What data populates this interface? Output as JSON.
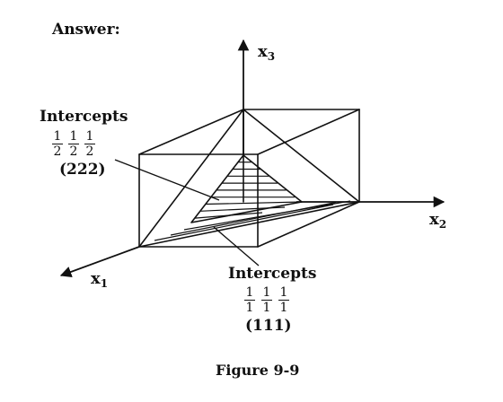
{
  "heading": "Answer:",
  "axes": {
    "x1": {
      "letter": "x",
      "index": "1"
    },
    "x2": {
      "letter": "x",
      "index": "2"
    },
    "x3": {
      "letter": "x",
      "index": "3"
    }
  },
  "plane_222": {
    "title": "Intercepts",
    "fractions": [
      {
        "num": "1",
        "den": "2"
      },
      {
        "num": "1",
        "den": "2"
      },
      {
        "num": "1",
        "den": "2"
      }
    ],
    "miller": "(222)"
  },
  "plane_111": {
    "title": "Intercepts",
    "fractions": [
      {
        "num": "1",
        "den": "1"
      },
      {
        "num": "1",
        "den": "1"
      },
      {
        "num": "1",
        "den": "1"
      }
    ],
    "miller": "(111)"
  },
  "caption": "Figure 9-9",
  "colors": {
    "ink": "#111111",
    "background": "#ffffff"
  }
}
